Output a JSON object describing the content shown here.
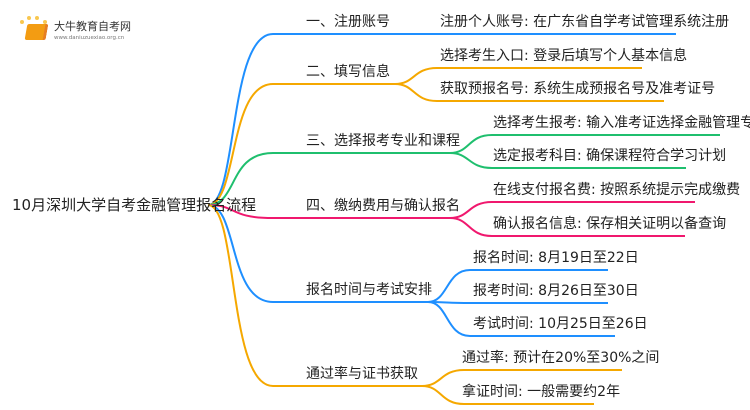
{
  "logo": {
    "title": "大牛教育自考网",
    "url": "www.daniuzuexiao.org.cn"
  },
  "root": "10月深圳大学自考金融管理报名流程",
  "colors": {
    "blue": "#1e8fff",
    "orange": "#f5a800",
    "green": "#1fbf6e",
    "pink": "#f0186e"
  },
  "branches": [
    {
      "label": "一、注册账号",
      "color": "blue",
      "leaves": [
        "注册个人账号: 在广东省自学考试管理系统注册"
      ]
    },
    {
      "label": "二、填写信息",
      "color": "orange",
      "leaves": [
        "选择考生入口: 登录后填写个人基本信息",
        "获取预报名号: 系统生成预报名号及准考证号"
      ]
    },
    {
      "label": "三、选择报考专业和课程",
      "color": "green",
      "leaves": [
        "选择考生报考: 输入准考证选择金融管理专业",
        "选定报考科目: 确保课程符合学习计划"
      ]
    },
    {
      "label": "四、缴纳费用与确认报名",
      "color": "pink",
      "leaves": [
        "在线支付报名费: 按照系统提示完成缴费",
        "确认报名信息: 保存相关证明以备查询"
      ]
    },
    {
      "label": "报名时间与考试安排",
      "color": "blue",
      "leaves": [
        "报名时间: 8月19日至22日",
        "报考时间: 8月26日至30日",
        "考试时间: 10月25日至26日"
      ]
    },
    {
      "label": "通过率与证书获取",
      "color": "orange",
      "leaves": [
        "通过率: 预计在20%至30%之间",
        "拿证时间: 一般需要约2年"
      ]
    }
  ]
}
